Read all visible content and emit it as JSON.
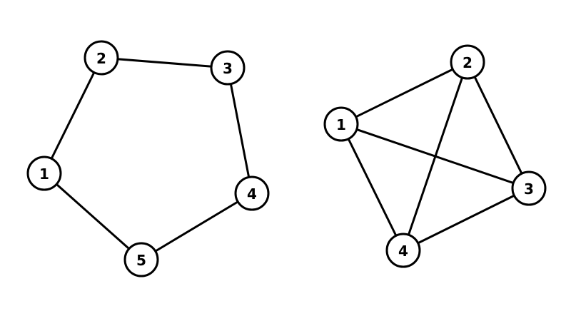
{
  "graphs": [
    {
      "id": "cycle",
      "nodes": [
        {
          "id": "1",
          "label": "1"
        },
        {
          "id": "2",
          "label": "2"
        },
        {
          "id": "3",
          "label": "3"
        },
        {
          "id": "4",
          "label": "4"
        },
        {
          "id": "5",
          "label": "5"
        }
      ],
      "edges": [
        [
          "1",
          "2"
        ],
        [
          "2",
          "3"
        ],
        [
          "3",
          "4"
        ],
        [
          "4",
          "5"
        ],
        [
          "5",
          "1"
        ]
      ]
    },
    {
      "id": "complete",
      "nodes": [
        {
          "id": "1",
          "label": "1"
        },
        {
          "id": "2",
          "label": "2"
        },
        {
          "id": "3",
          "label": "3"
        },
        {
          "id": "4",
          "label": "4"
        }
      ],
      "edges": [
        [
          "1",
          "2"
        ],
        [
          "1",
          "3"
        ],
        [
          "1",
          "4"
        ],
        [
          "2",
          "3"
        ],
        [
          "2",
          "4"
        ],
        [
          "3",
          "4"
        ]
      ]
    }
  ],
  "colors": {
    "stroke": "#000000",
    "node_fill": "#ffffff",
    "background": "#ffffff"
  }
}
